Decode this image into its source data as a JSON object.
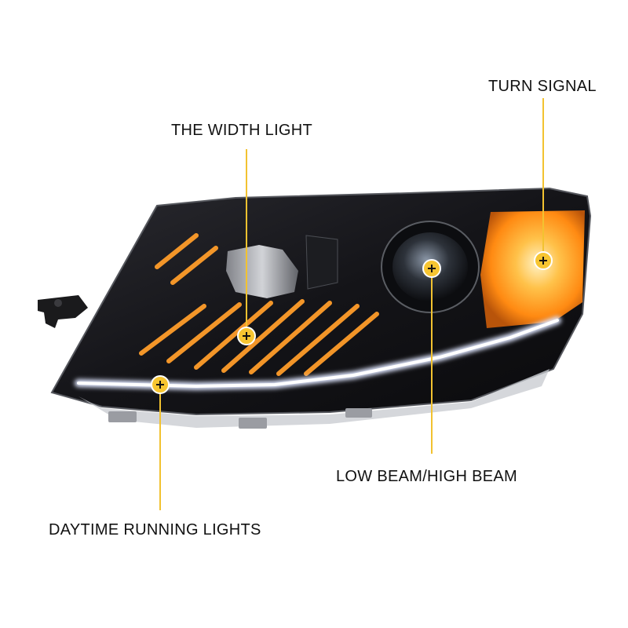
{
  "callouts": {
    "width_light": "THE WIDTH LIGHT",
    "turn_signal": "TURN SIGNAL",
    "low_high_beam": "LOW BEAM/HIGH BEAM",
    "daytime_running_lights": "DAYTIME RUNNING LIGHTS"
  },
  "colors": {
    "leader_line": "#f2c230",
    "marker_fill": "#f7c531",
    "drl_glow": "#f4f6ff",
    "turn_amber": "#ff9a1e",
    "housing": "#121214"
  }
}
